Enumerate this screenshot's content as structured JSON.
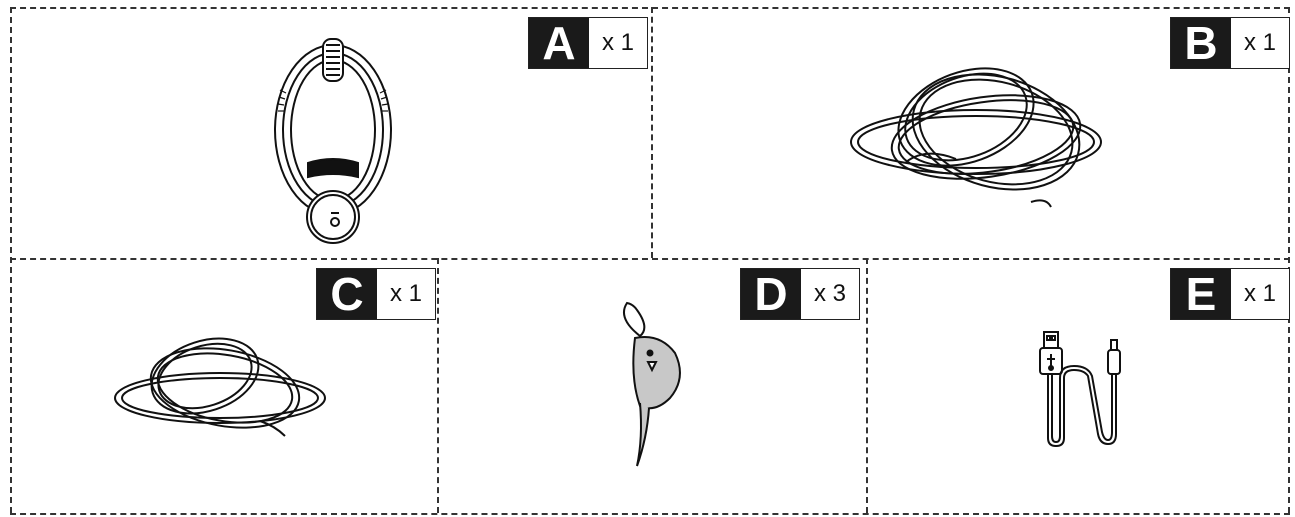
{
  "parts": [
    {
      "letter": "A",
      "quantity": "x 1",
      "item": "padlock-icon"
    },
    {
      "letter": "B",
      "quantity": "x 1",
      "item": "long-cable-coil-icon"
    },
    {
      "letter": "C",
      "quantity": "x 1",
      "item": "short-cable-coil-icon"
    },
    {
      "letter": "D",
      "quantity": "x 3",
      "item": "tag-icon"
    },
    {
      "letter": "E",
      "quantity": "x 1",
      "item": "usb-cable-icon"
    }
  ],
  "colors": {
    "border": "#333333",
    "badge_fill": "#1a1a1a",
    "tag_fill": "#c8c8c8"
  }
}
